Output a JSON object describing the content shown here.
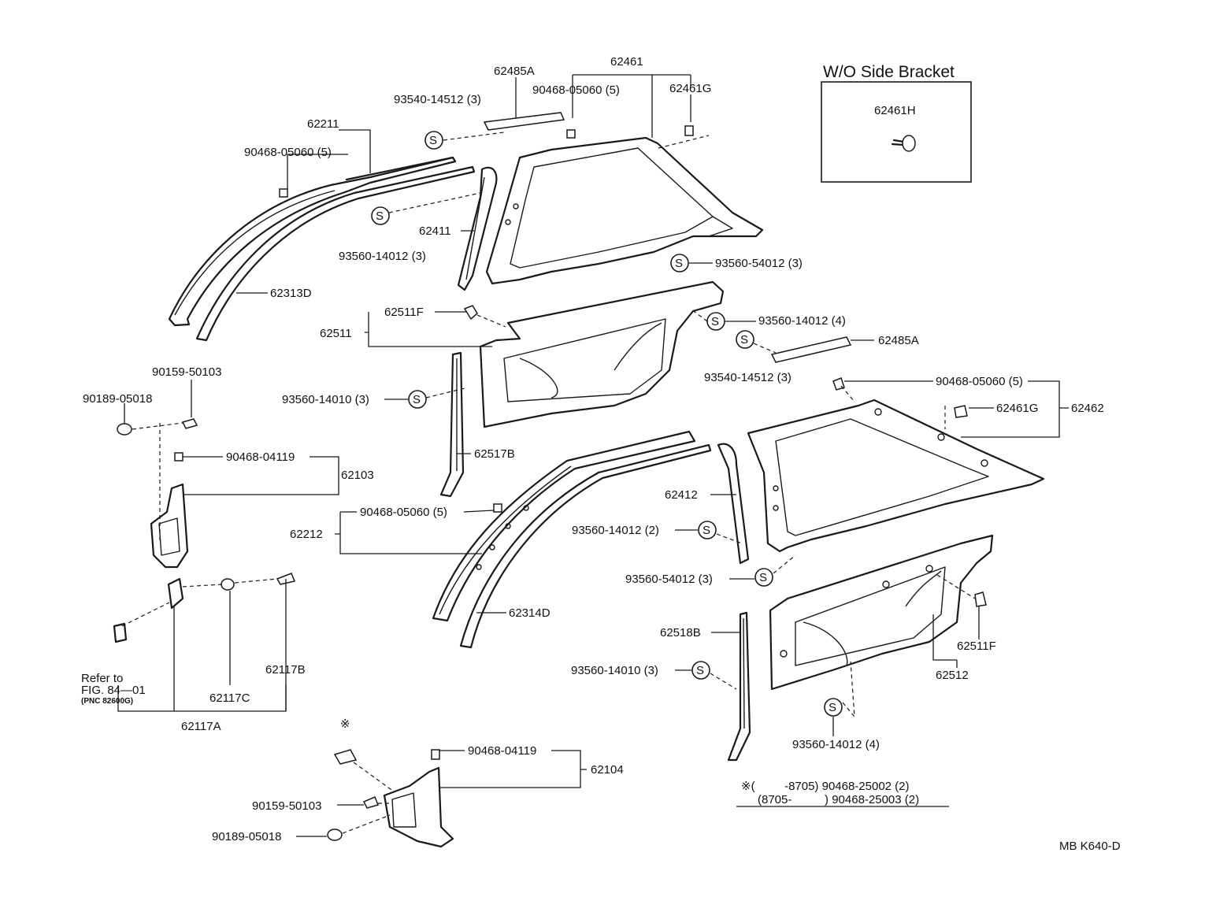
{
  "inset": {
    "title": "W/O Side Bracket",
    "part": "62461H"
  },
  "symbols": {
    "screw": "S",
    "note_mark": "※"
  },
  "labels": {
    "p62461": "62461",
    "p62485A_top": "62485A",
    "p90468_05060_top": "90468-05060 (5)",
    "p62461G_top": "62461G",
    "p93540_14512_top": "93540-14512 (3)",
    "p62211": "62211",
    "p90468_05060_left": "90468-05060 (5)",
    "p62411": "62411",
    "p93560_14012_3": "93560-14012 (3)",
    "p93560_54012_top": "93560-54012 (3)",
    "p62313D": "62313D",
    "p62511F_top": "62511F",
    "p62511": "62511",
    "p93560_14012_4_top": "93560-14012 (4)",
    "p62485A_mid": "62485A",
    "p93540_14512_mid": "93540-14512 (3)",
    "p90468_05060_right": "90468-05060 (5)",
    "p62461G_mid": "62461G",
    "p62462": "62462",
    "p90159_50103_left": "90159-50103",
    "p90189_05018_left": "90189-05018",
    "p93560_14010_top": "93560-14010 (3)",
    "p90468_04119_top": "90468-04119",
    "p62103": "62103",
    "p62517B": "62517B",
    "p90468_05060_mid": "90468-05060 (5)",
    "p62212": "62212",
    "p62412": "62412",
    "p93560_14012_2": "93560-14012 (2)",
    "p93560_54012_mid": "93560-54012 (3)",
    "p62314D": "62314D",
    "p62518B": "62518B",
    "p62511F_right": "62511F",
    "p93560_14010_bottom": "93560-14010 (3)",
    "p62512": "62512",
    "p62117B": "62117B",
    "refer_line1": "Refer to",
    "refer_line2": "FIG. 84—01",
    "refer_line3": "(PNC 82600G)",
    "p62117C": "62117C",
    "p62117A": "62117A",
    "p93560_14012_4_bottom": "93560-14012 (4)",
    "p90468_04119_bottom": "90468-04119",
    "p62104": "62104",
    "p90159_50103_bottom": "90159-50103",
    "p90189_05018_bottom": "90189-05018"
  },
  "note": {
    "row1": "※(         -8705) 90468-25002 (2)",
    "row2": "(8705-          ) 90468-25003 (2)"
  },
  "drawing_code": "MB K640-D"
}
